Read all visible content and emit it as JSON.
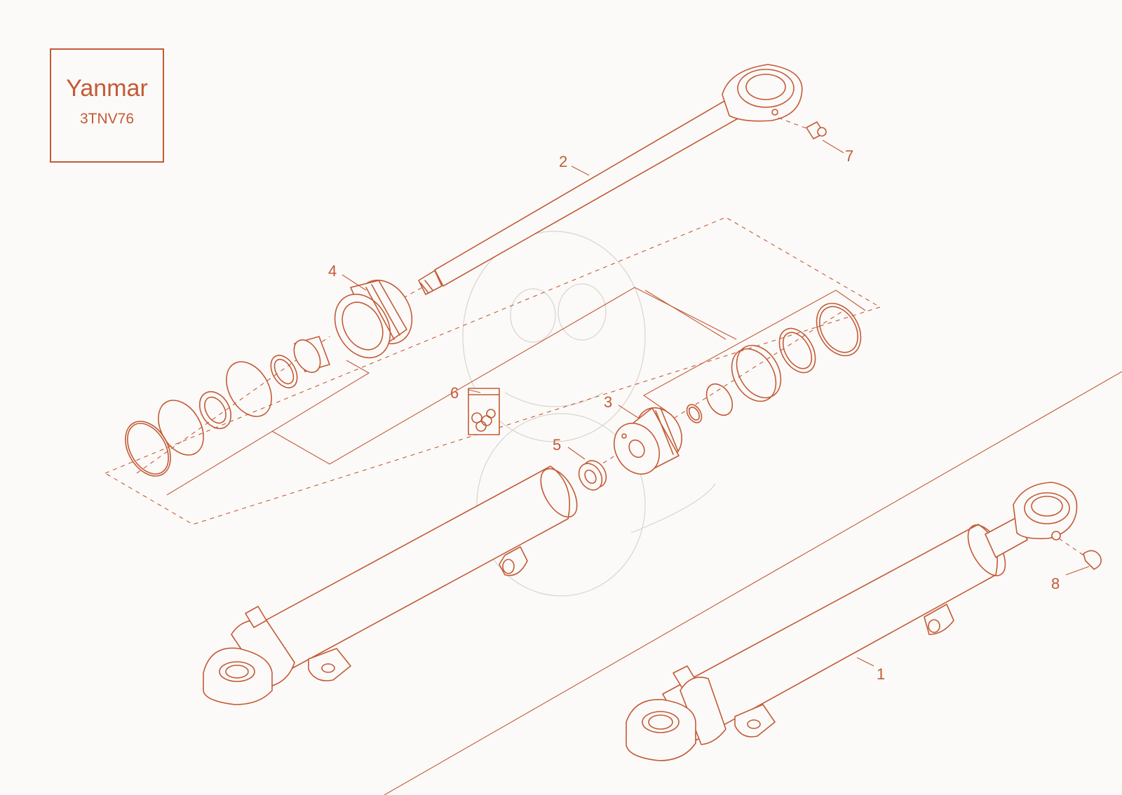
{
  "brand": {
    "name": "Yanmar",
    "model": "3TNV76"
  },
  "callouts": [
    {
      "id": "1",
      "label": "1",
      "part": "cylinder-assembly"
    },
    {
      "id": "2",
      "label": "2",
      "part": "piston-rod"
    },
    {
      "id": "3",
      "label": "3",
      "part": "piston"
    },
    {
      "id": "4",
      "label": "4",
      "part": "gland"
    },
    {
      "id": "5",
      "label": "5",
      "part": "lock-nut"
    },
    {
      "id": "6",
      "label": "6",
      "part": "seal-kit"
    },
    {
      "id": "7",
      "label": "7",
      "part": "grease-nipple"
    },
    {
      "id": "8",
      "label": "8",
      "part": "clip"
    }
  ],
  "colors": {
    "line": "#c45a36",
    "background": "#fbfaf8",
    "watermark": "#d9d4cd"
  }
}
